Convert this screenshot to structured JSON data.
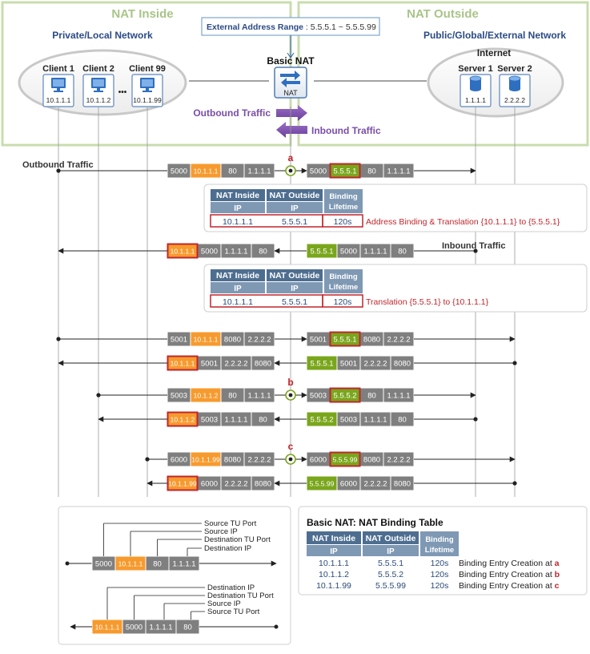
{
  "zones": {
    "inside_title": "NAT Inside",
    "outside_title": "NAT Outside",
    "private_network": "Private/Local Network",
    "public_network": "Public/Global/External Network",
    "internet": "Internet",
    "ext_range_label": "External Address Range",
    "ext_range_value": " : 5.5.5.1 ~ 5.5.5.99"
  },
  "clients": [
    {
      "name": "Client 1",
      "ip": "10.1.1.1"
    },
    {
      "name": "Client 2",
      "ip": "10.1.1.2"
    },
    {
      "name": "Client 99",
      "ip": "10.1.1.99"
    }
  ],
  "ellipsis": "•••",
  "servers": [
    {
      "name": "Server 1",
      "ip": "1.1.1.1"
    },
    {
      "name": "Server 2",
      "ip": "2.2.2.2"
    }
  ],
  "nat": {
    "title": "Basic NAT",
    "device_label": "NAT"
  },
  "legend": {
    "outbound": "Outbound Traffic",
    "inbound": "Inbound Traffic"
  },
  "flow_labels": {
    "outbound": "Outbound Traffic",
    "inbound": "Inbound Traffic"
  },
  "markers": [
    "a",
    "b",
    "c"
  ],
  "flows": [
    {
      "dir": "out",
      "marker": "a",
      "left": [
        "5000",
        "10.1.1.1",
        "80",
        "1.1.1.1"
      ],
      "right": [
        "5000",
        "5.5.5.1",
        "80",
        "1.1.1.1"
      ]
    },
    {
      "dir": "in",
      "left": [
        "10.1.1.1",
        "5000",
        "1.1.1.1",
        "80"
      ],
      "right": [
        "5.5.5.1",
        "5000",
        "1.1.1.1",
        "80"
      ]
    },
    {
      "dir": "out",
      "left": [
        "5001",
        "10.1.1.1",
        "8080",
        "2.2.2.2"
      ],
      "right": [
        "5001",
        "5.5.5.1",
        "8080",
        "2.2.2.2"
      ]
    },
    {
      "dir": "in",
      "left": [
        "10.1.1.1",
        "5001",
        "2.2.2.2",
        "8080"
      ],
      "right": [
        "5.5.5.1",
        "5001",
        "2.2.2.2",
        "8080"
      ]
    },
    {
      "dir": "out",
      "marker": "b",
      "left": [
        "5003",
        "10.1.1.2",
        "80",
        "1.1.1.1"
      ],
      "right": [
        "5003",
        "5.5.5.2",
        "80",
        "1.1.1.1"
      ]
    },
    {
      "dir": "in",
      "left": [
        "10.1.1.2",
        "5003",
        "1.1.1.1",
        "80"
      ],
      "right": [
        "5.5.5.2",
        "5003",
        "1.1.1.1",
        "80"
      ]
    },
    {
      "dir": "out",
      "marker": "c",
      "left": [
        "6000",
        "10.1.1.99",
        "8080",
        "2.2.2.2"
      ],
      "right": [
        "6000",
        "5.5.5.99",
        "8080",
        "2.2.2.2"
      ]
    },
    {
      "dir": "in",
      "left": [
        "10.1.1.99",
        "6000",
        "2.2.2.2",
        "8080"
      ],
      "right": [
        "5.5.5.99",
        "6000",
        "2.2.2.2",
        "8080"
      ]
    }
  ],
  "binding_header": {
    "inside": "NAT Inside",
    "outside": "NAT Outside",
    "ip": "IP",
    "binding": "Binding",
    "lifetime": "Lifetime"
  },
  "binding_boxes": [
    {
      "inside": "10.1.1.1",
      "outside": "5.5.5.1",
      "lifetime": "120s",
      "note": "Address Binding & Translation {10.1.1.1} to {5.5.5.1}"
    },
    {
      "inside": "10.1.1.1",
      "outside": "5.5.5.1",
      "lifetime": "120s",
      "note": "Translation {5.5.5.1} to {10.1.1.1}"
    }
  ],
  "key_outbound": {
    "cells": [
      "5000",
      "10.1.1.1",
      "80",
      "1.1.1.1"
    ],
    "labels": [
      "Source TU Port",
      "Source IP",
      "Destination TU Port",
      "Destination IP"
    ]
  },
  "key_inbound": {
    "cells": [
      "10.1.1.1",
      "5000",
      "1.1.1.1",
      "80"
    ],
    "labels": [
      "Destination IP",
      "Destination TU Port",
      "Source IP",
      "Source TU Port"
    ]
  },
  "summary": {
    "title_bold": "Basic NAT",
    "title_rest": ": NAT Binding Table",
    "rows": [
      {
        "inside": "10.1.1.1",
        "outside": "5.5.5.1",
        "lifetime": "120s",
        "note": "Binding Entry Creation at ",
        "marker": "a"
      },
      {
        "inside": "10.1.1.2",
        "outside": "5.5.5.2",
        "lifetime": "120s",
        "note": "Binding Entry Creation at ",
        "marker": "b"
      },
      {
        "inside": "10.1.1.99",
        "outside": "5.5.5.99",
        "lifetime": "120s",
        "note": "Binding Entry Creation at ",
        "marker": "c"
      }
    ]
  },
  "colors": {
    "zone_border": "#c9dcae",
    "zone_title": "#a9c488",
    "navy": "#2b4a86",
    "gray_cell": "#7f7f7f",
    "orange_cell": "#f79a2e",
    "green_cell": "#7aa61c",
    "red_outline": "#c0262c",
    "purple": "#7a4ea8",
    "table_header": "#4e6e90",
    "table_text": "#2b4a7a"
  }
}
